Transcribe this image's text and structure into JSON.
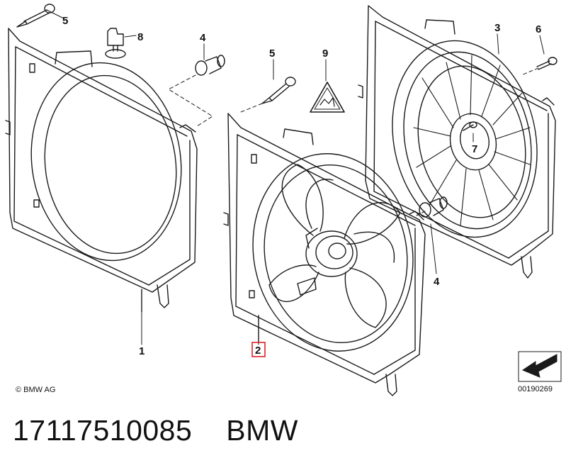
{
  "callouts": {
    "c1": "1",
    "c2": "2",
    "c3": "3",
    "c4a": "4",
    "c4b": "4",
    "c5a": "5",
    "c5b": "5",
    "c6": "6",
    "c7": "7",
    "c8": "8",
    "c9": "9"
  },
  "highlight_color": "#e0202a",
  "copyright": "© BMW AG",
  "reference_number": "00190269",
  "caption": {
    "part_number": "17117510085",
    "brand": "BMW"
  }
}
